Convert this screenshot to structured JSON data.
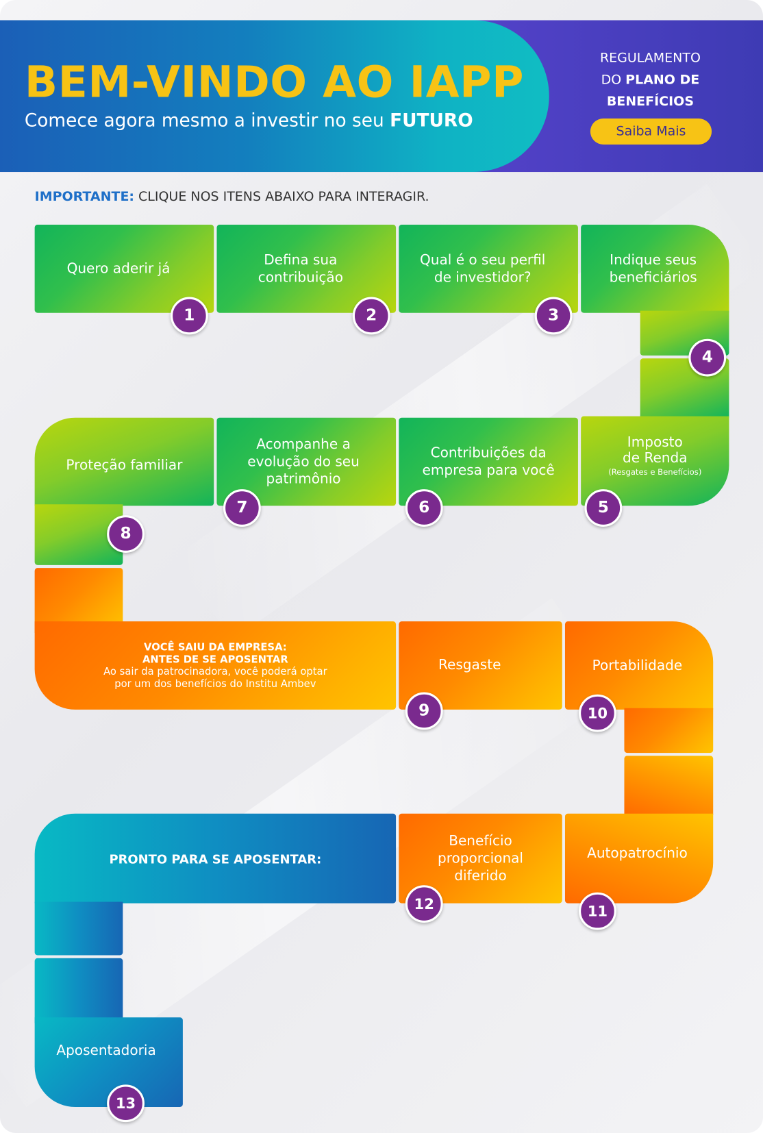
{
  "header": {
    "title": "BEM-VINDO AO IAPP",
    "subtitle_prefix": "Comece agora mesmo a investir no seu ",
    "subtitle_bold": "FUTURO",
    "regulation_line1": "REGULAMENTO",
    "regulation_line2_prefix": "DO ",
    "regulation_line2_bold": "PLANO DE",
    "regulation_line3": "BENEFÍCIOS",
    "button_label": "Saiba Mais"
  },
  "notice": {
    "bold": "IMPORTANTE:",
    "text": " CLIQUE NOS ITENS ABAIXO PARA INTERAGIR."
  },
  "colors": {
    "title_yellow": "#f7c315",
    "badge_purple": "#7a2a8e",
    "notice_blue": "#1e6fc8"
  },
  "steps": {
    "s1": {
      "number": "1",
      "line1": "Quero aderir já"
    },
    "s2": {
      "number": "2",
      "line1": "Defina sua",
      "line2": "contribuição"
    },
    "s3": {
      "number": "3",
      "line1": "Qual é o seu perfil",
      "line2": "de investidor?"
    },
    "s4": {
      "number": "4",
      "line1": "Indique seus",
      "line2": "beneficiários"
    },
    "s5": {
      "number": "5",
      "line1": "Imposto",
      "line2": "de Renda",
      "note": "(Resgates e Benefícios)"
    },
    "s6": {
      "number": "6",
      "line1": "Contribuições da",
      "line2": "empresa para você"
    },
    "s7": {
      "number": "7",
      "line1": "Acompanhe a",
      "line2": "evolução do seu",
      "line3": "patrimônio"
    },
    "s8": {
      "number": "8",
      "line1": "Proteção familiar"
    },
    "leave": {
      "line1": "VOCÊ SAIU DA EMPRESA:",
      "line2": "ANTES DE SE APOSENTAR",
      "line3": "Ao sair da patrocinadora, você poderá optar",
      "line4": "por um dos benefícios do Institu Ambev"
    },
    "s9": {
      "number": "9",
      "line1": "Resgaste"
    },
    "s10": {
      "number": "10",
      "line1": "Portabilidade"
    },
    "s11": {
      "number": "11",
      "line1": "Autopatrocínio"
    },
    "s12": {
      "number": "12",
      "line1": "Benefício",
      "line2": "proporcional",
      "line3": "diferido"
    },
    "retire": {
      "line1": "PRONTO PARA SE APOSENTAR:"
    },
    "s13": {
      "number": "13",
      "line1": "Aposentadoria"
    }
  }
}
